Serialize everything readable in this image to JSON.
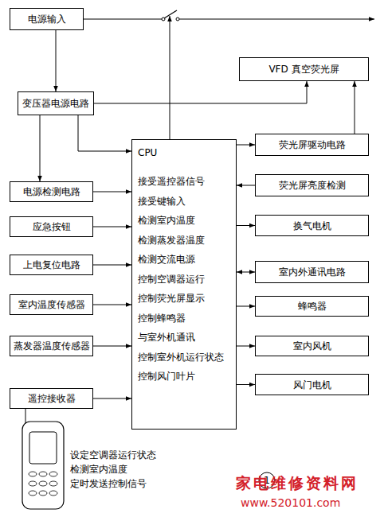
{
  "diagram": {
    "nodes": [
      {
        "text": [
          "电源输入"
        ]
      },
      {
        "text": [
          "VFD 真空荧光屏"
        ]
      },
      {
        "text": [
          "变压器电源电路"
        ]
      },
      {
        "text": [
          "CPU",
          "接受遥控器信号",
          "接受键输入",
          "检测室内温度",
          "检测蒸发器温度",
          "检测交流电源",
          "控制空调器运行",
          "控制荧光屏显示",
          "控制蜂鸣器",
          "与室外机通讯",
          "控制室外机运行状态",
          "控制风门叶片"
        ]
      },
      {
        "text": [
          "荧光屏驱动电路"
        ]
      },
      {
        "text": [
          "电源检测电路"
        ]
      },
      {
        "text": [
          "荧光屏亮度检测"
        ]
      },
      {
        "text": [
          "应急按钮"
        ]
      },
      {
        "text": [
          "换气电机"
        ]
      },
      {
        "text": [
          "上电复位电路"
        ]
      },
      {
        "text": [
          "室内外通讯电路"
        ]
      },
      {
        "text": [
          "室内温度传感器"
        ]
      },
      {
        "text": [
          "蜂鸣器"
        ]
      },
      {
        "text": [
          "蒸发器温度传感器"
        ]
      },
      {
        "text": [
          "室内风机"
        ]
      },
      {
        "text": [
          "遥控接收器"
        ]
      },
      {
        "text": [
          "风门电机"
        ]
      }
    ],
    "edges": [
      {
        "from": 0,
        "to": 2,
        "arrow": "to"
      },
      {
        "from": 2,
        "to": 5,
        "arrow": "to"
      },
      {
        "from": 2,
        "to": 3,
        "arrow": "to"
      },
      {
        "from": 2,
        "to": 1,
        "arrow": "to"
      },
      {
        "from": 4,
        "to": 1,
        "arrow": "to"
      },
      {
        "from": 3,
        "to": 4,
        "arrow": "to"
      },
      {
        "from": 5,
        "to": 3,
        "arrow": "to"
      },
      {
        "from": 7,
        "to": 3,
        "arrow": "to"
      },
      {
        "from": 9,
        "to": 3,
        "arrow": "to"
      },
      {
        "from": 11,
        "to": 3,
        "arrow": "to"
      },
      {
        "from": 13,
        "to": 3,
        "arrow": "to"
      },
      {
        "from": 15,
        "to": 3,
        "arrow": "to"
      },
      {
        "from": 6,
        "to": 3,
        "arrow": "to"
      },
      {
        "from": 3,
        "to": 8,
        "arrow": "to"
      },
      {
        "from": 3,
        "to": 10,
        "arrow": "both"
      },
      {
        "from": 3,
        "to": 12,
        "arrow": "to"
      },
      {
        "from": 3,
        "to": 14,
        "arrow": "to"
      },
      {
        "from": 3,
        "to": 16,
        "arrow": "to"
      }
    ],
    "labels": [
      "设定空调器运行状态",
      "检测室内温度",
      "定时发送控制信号",
      "1",
      "家电维修资料网",
      "www.520101.com"
    ]
  }
}
